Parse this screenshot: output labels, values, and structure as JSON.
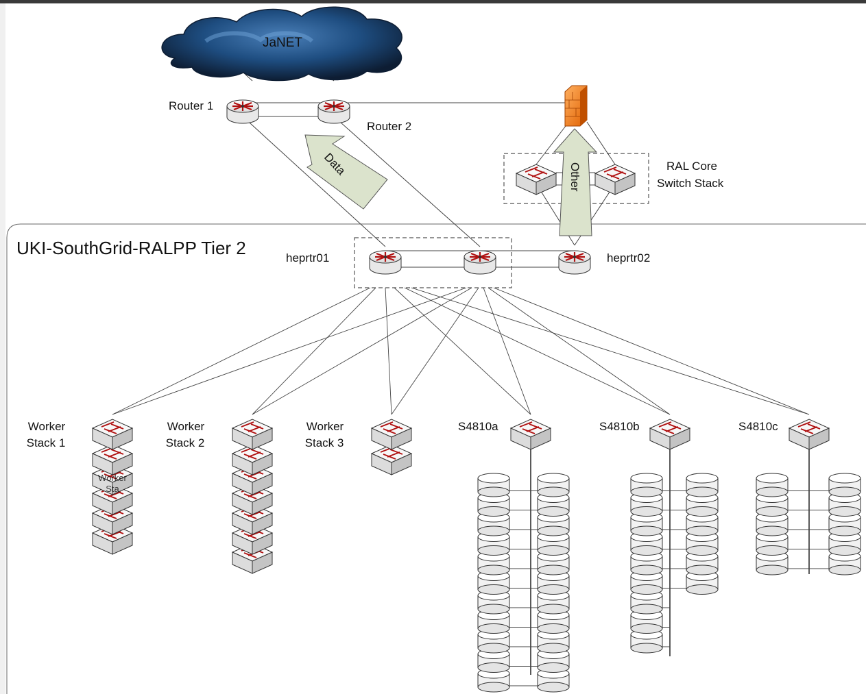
{
  "cloud": {
    "label": "JaNET"
  },
  "routers": {
    "r1": "Router 1",
    "r2": "Router 2",
    "heprtr01": "heprtr01",
    "heprtr02": "heprtr02"
  },
  "core": {
    "line1": "RAL Core",
    "line2": "Switch Stack"
  },
  "arrows": {
    "data": "Data",
    "other": "Other"
  },
  "tier2": {
    "title": "UKI-SouthGrid-RALPP Tier 2"
  },
  "stacks": [
    {
      "line1": "Worker",
      "line2": "Stack 1"
    },
    {
      "line1": "Worker",
      "line2": "Stack 2"
    },
    {
      "line1": "Worker",
      "line2": "Stack 3"
    }
  ],
  "stack1_overlay": {
    "line1": "Worker",
    "line2": "Sta"
  },
  "storage": [
    {
      "label": "S4810a"
    },
    {
      "label": "S4810b"
    },
    {
      "label": "S4810c"
    }
  ]
}
